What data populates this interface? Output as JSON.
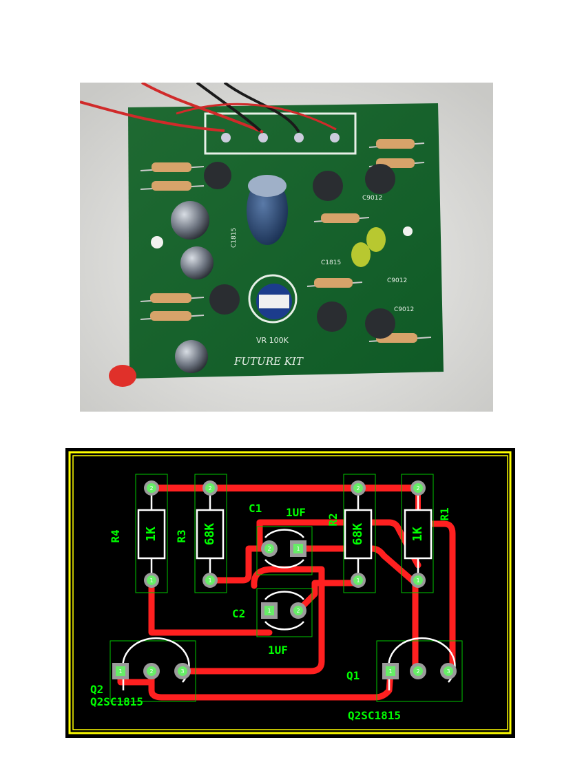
{
  "photo": {
    "logo_text": "FUTURE KIT",
    "pot_text": "VR 100K",
    "pcb_prints": [
      "C9012",
      "C9012",
      "C9012",
      "C1815",
      "C1815"
    ]
  },
  "pcb": {
    "resistors": [
      {
        "ref": "R4",
        "value": "1K"
      },
      {
        "ref": "R3",
        "value": "68K"
      },
      {
        "ref": "R2",
        "value": "68K"
      },
      {
        "ref": "R1",
        "value": "1K"
      }
    ],
    "capacitors": [
      {
        "ref": "C1",
        "value": "1UF"
      },
      {
        "ref": "C2",
        "value": "1UF"
      }
    ],
    "transistors": [
      {
        "ref": "Q2",
        "part": "Q2SC1815"
      },
      {
        "ref": "Q1",
        "part": "Q2SC1815"
      }
    ],
    "pin_labels": [
      "1",
      "2",
      "3"
    ],
    "colors": {
      "board": "#000000",
      "trace": "#ff2020",
      "silk": "#00ff00",
      "outline": "#ffff00",
      "outline_cmp": "#ffffff",
      "pad": "#66ee66"
    }
  }
}
